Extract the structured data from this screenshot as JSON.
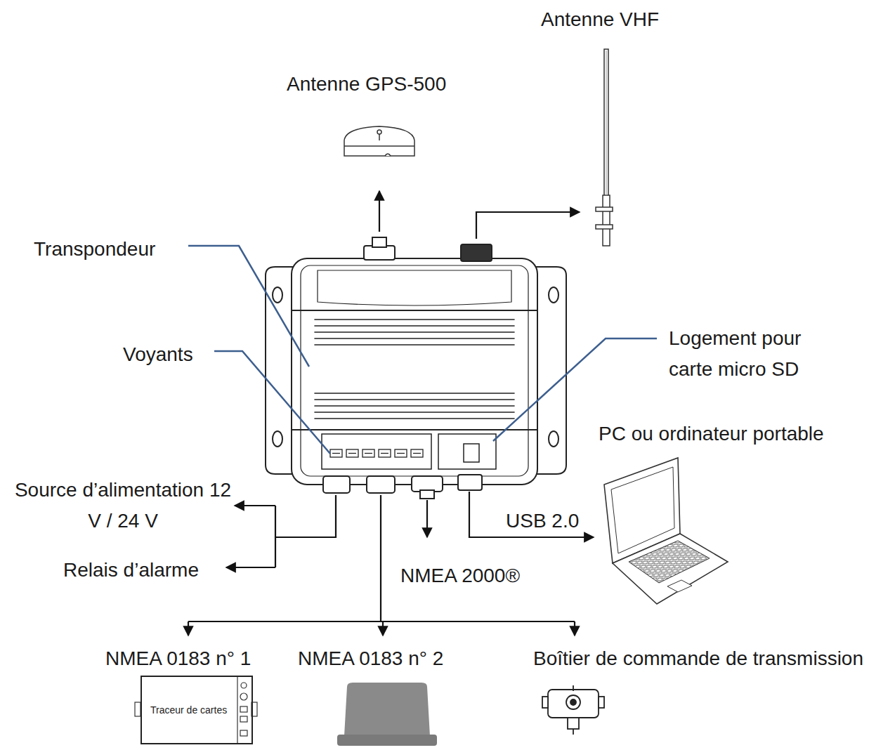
{
  "diagram": {
    "nodes": [
      {
        "text": [
          "Traceur de cartes"
        ]
      }
    ],
    "labels": [
      "Antenne VHF",
      "Antenne GPS-500",
      "Transpondeur",
      "Voyants",
      "Logement pour carte micro SD",
      "PC ou ordinateur portable",
      "Source d’alimentation 12 V / 24 V",
      "Relais d’alarme",
      "USB 2.0",
      "NMEA 2000®",
      "NMEA 0183 n° 1",
      "NMEA 0183 n° 2",
      "Boîtier de commande de transmission"
    ]
  }
}
